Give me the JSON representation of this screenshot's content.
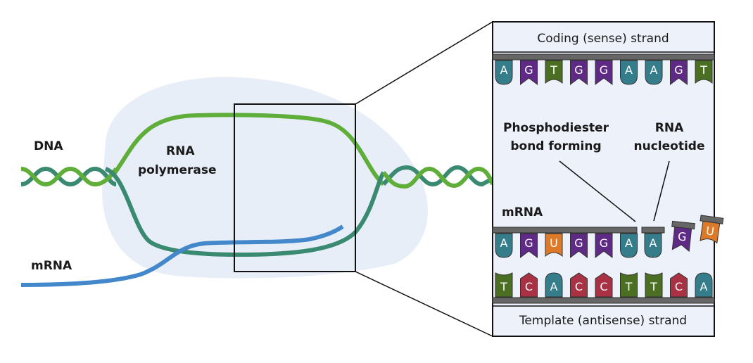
{
  "labels": {
    "dna": "DNA",
    "rna_polymerase_line1": "RNA",
    "rna_polymerase_line2": "polymerase",
    "mrna_left": "mRNA",
    "mrna_zoom": "mRNA",
    "phosphodiester_line1": "Phosphodiester",
    "phosphodiester_line2": "bond forming",
    "rna_nucleotide_line1": "RNA",
    "rna_nucleotide_line2": "nucleotide",
    "coding_strand": "Coding (sense) strand",
    "template_strand": "Template (antisense) strand"
  },
  "colors": {
    "dna_light_green": "#5fae3a",
    "dna_teal": "#3a8a72",
    "mrna_blue": "#4488cc",
    "polymerase_blob": "#e8eef8",
    "panel_bg": "#edf1fa",
    "backbone_gray": "#666666",
    "base_A": "#367d8c",
    "base_G": "#5e2a86",
    "base_T": "#4a6f22",
    "base_C": "#a83244",
    "base_U": "#dd7a2a"
  },
  "coding_strand_bases": [
    "A",
    "G",
    "T",
    "G",
    "G",
    "A",
    "A",
    "G",
    "T"
  ],
  "mrna_bases_bound": [
    "A",
    "G",
    "U",
    "G",
    "G",
    "A"
  ],
  "mrna_incoming_nucleotides": [
    "A",
    "G",
    "U"
  ],
  "template_strand_bases": [
    "T",
    "C",
    "A",
    "C",
    "C",
    "T",
    "T",
    "C",
    "A"
  ]
}
